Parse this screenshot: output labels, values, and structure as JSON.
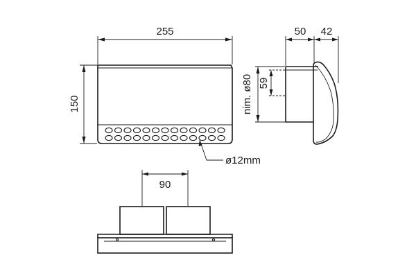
{
  "dimensions": {
    "width": "255",
    "height": "150",
    "depth_duct": "50",
    "depth_hood": "42",
    "duct_diameter": "nim. ø80",
    "duct_height": "59",
    "hole_diameter": "ø12mm",
    "duct_spacing": "90"
  },
  "colors": {
    "line": "#1a1a1a",
    "background": "#ffffff"
  }
}
